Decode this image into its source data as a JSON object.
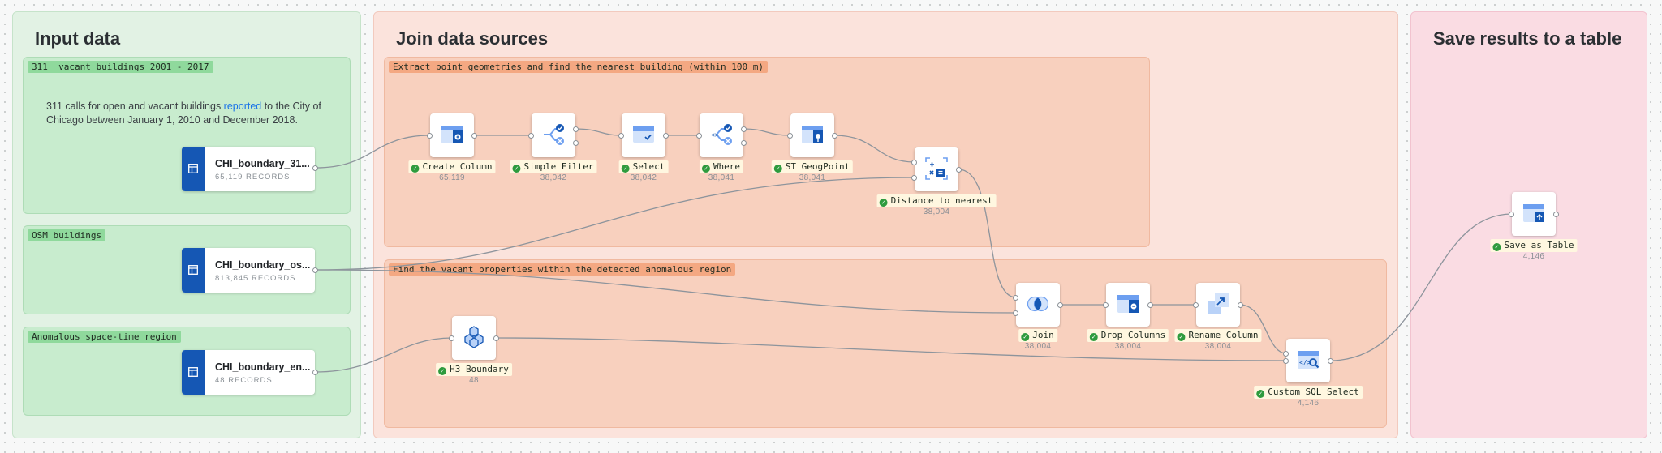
{
  "sections": {
    "input": {
      "title": "Input data"
    },
    "join": {
      "title": "Join data sources"
    },
    "save": {
      "title": "Save results to a table"
    }
  },
  "groups": {
    "vacant": {
      "label": "311  vacant buildings 2001 - 2017"
    },
    "osm": {
      "label": "OSM buildings"
    },
    "anomalous": {
      "label": "Anomalous space-time region"
    },
    "extract": {
      "label": "Extract point geometries and find the nearest building (within 100 m)"
    },
    "find": {
      "label": "Find the vacant properties within the detected anomalous region"
    }
  },
  "description": {
    "line1_pre": "311 calls for open and vacant buildings ",
    "line1_link": "reported",
    "line1_post": " to the City of",
    "line2": "Chicago between January 1, 2010 and December 2018."
  },
  "sources": [
    {
      "name": "CHI_boundary_31...",
      "records": "65,119 RECORDS",
      "icon": "table-icon"
    },
    {
      "name": "CHI_boundary_os...",
      "records": "813,845 RECORDS",
      "icon": "table-icon"
    },
    {
      "name": "CHI_boundary_en...",
      "records": "48 RECORDS",
      "icon": "table-icon"
    }
  ],
  "nodes": [
    {
      "label": "Create Column",
      "count": "65,119",
      "icon": "create-column-icon"
    },
    {
      "label": "Simple Filter",
      "count": "38,042",
      "icon": "simple-filter-icon"
    },
    {
      "label": "Select",
      "count": "38,042",
      "icon": "select-icon"
    },
    {
      "label": "Where",
      "count": "38,041",
      "icon": "where-icon"
    },
    {
      "label": "ST GeogPoint",
      "count": "38,041",
      "icon": "geog-point-icon"
    },
    {
      "label": "Distance to nearest",
      "count": "38,004",
      "icon": "distance-icon"
    },
    {
      "label": "Join",
      "count": "38,004",
      "icon": "join-icon"
    },
    {
      "label": "Drop Columns",
      "count": "38,004",
      "icon": "drop-columns-icon"
    },
    {
      "label": "Rename Column",
      "count": "38,004",
      "icon": "rename-column-icon"
    },
    {
      "label": "H3 Boundary",
      "count": "48",
      "icon": "h3-boundary-icon"
    },
    {
      "label": "Custom SQL Select",
      "count": "4,146",
      "icon": "sql-icon"
    },
    {
      "label": "Save as Table",
      "count": "4,146",
      "icon": "save-table-icon"
    }
  ],
  "colors": {
    "input_section": "#e2f2e4",
    "input_group": "#c8ecce",
    "join_section": "#fbe3dc",
    "join_group": "#f8d0be",
    "save_section": "#fadce3",
    "accent": "#1557b4",
    "check": "#2e9b3e"
  }
}
